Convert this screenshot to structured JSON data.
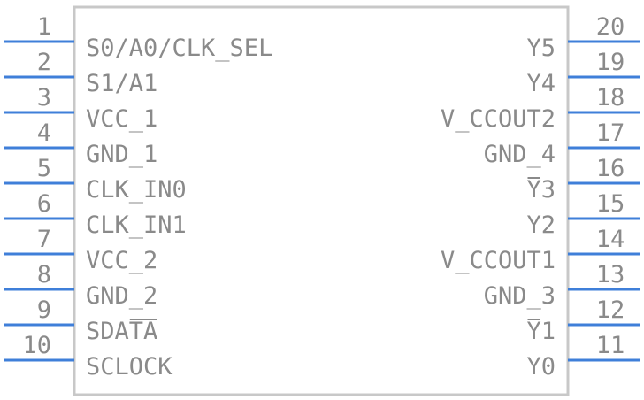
{
  "component": {
    "body_color": "#c8c8c8",
    "pin_color": "#3f7fd9",
    "text_color": "#8a8a8a"
  },
  "left_pins": [
    {
      "number": "1",
      "label": "S0/A0/CLK_SEL",
      "overline": ""
    },
    {
      "number": "2",
      "label": "S1/A1",
      "overline": ""
    },
    {
      "number": "3",
      "label": "VCC_1",
      "overline": ""
    },
    {
      "number": "4",
      "label": "GND_1",
      "overline": ""
    },
    {
      "number": "5",
      "label": "CLK_IN0",
      "overline": ""
    },
    {
      "number": "6",
      "label": "CLK_IN1",
      "overline": ""
    },
    {
      "number": "7",
      "label": "VCC_2",
      "overline": ""
    },
    {
      "number": "8",
      "label": "GND_2",
      "overline": ""
    },
    {
      "number": "9",
      "label": "SDATA",
      "overline": "TA"
    },
    {
      "number": "10",
      "label": "SCLOCK",
      "overline": ""
    }
  ],
  "right_pins": [
    {
      "number": "20",
      "label": "Y5",
      "overline": ""
    },
    {
      "number": "19",
      "label": "Y4",
      "overline": ""
    },
    {
      "number": "18",
      "label": "V_CCOUT2",
      "overline": ""
    },
    {
      "number": "17",
      "label": "GND_4",
      "overline": ""
    },
    {
      "number": "16",
      "label": "Y3",
      "overline": "Y"
    },
    {
      "number": "15",
      "label": "Y2",
      "overline": ""
    },
    {
      "number": "14",
      "label": "V_CCOUT1",
      "overline": ""
    },
    {
      "number": "13",
      "label": "GND_3",
      "overline": ""
    },
    {
      "number": "12",
      "label": "Y1",
      "overline": "Y"
    },
    {
      "number": "11",
      "label": "Y0",
      "overline": ""
    }
  ]
}
